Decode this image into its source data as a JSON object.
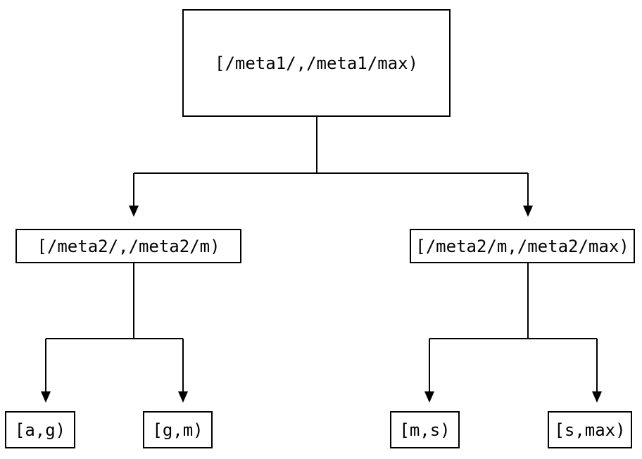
{
  "diagram": {
    "type": "tree",
    "nodes": {
      "root": {
        "id": "root",
        "label": "[/meta1/,/meta1/max)"
      },
      "left": {
        "id": "left",
        "label": "[/meta2/,/meta2/m)"
      },
      "right": {
        "id": "right",
        "label": "[/meta2/m,/meta2/max)"
      },
      "leaf_ag": {
        "id": "leaf_ag",
        "label": "[a,g)"
      },
      "leaf_gm": {
        "id": "leaf_gm",
        "label": "[g,m)"
      },
      "leaf_ms": {
        "id": "leaf_ms",
        "label": "[m,s)"
      },
      "leaf_smax": {
        "id": "leaf_smax",
        "label": "[s,max)"
      }
    },
    "edges": [
      {
        "from": "root",
        "to": "left",
        "arrow": "down"
      },
      {
        "from": "root",
        "to": "right",
        "arrow": "down"
      },
      {
        "from": "left",
        "to": "leaf_ag",
        "arrow": "down"
      },
      {
        "from": "left",
        "to": "leaf_gm",
        "arrow": "down"
      },
      {
        "from": "right",
        "to": "leaf_ms",
        "arrow": "down"
      },
      {
        "from": "right",
        "to": "leaf_smax",
        "arrow": "down"
      }
    ],
    "colors": {
      "line": "#000000",
      "text": "#000000",
      "node_border": "#000000",
      "background": "#ffffff"
    }
  }
}
